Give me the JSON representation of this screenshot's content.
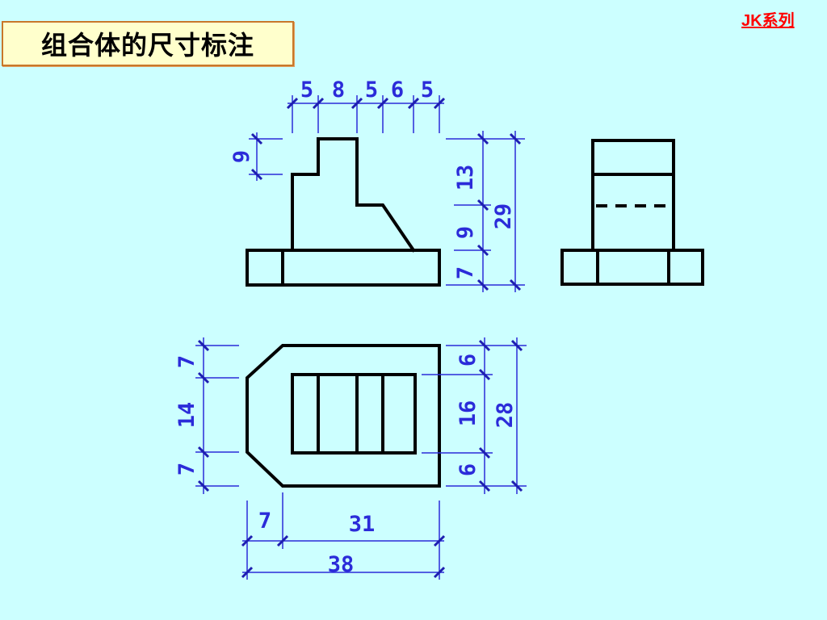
{
  "header": {
    "title": "组合体的尺寸标注",
    "series_link": "JK系列"
  },
  "colors": {
    "background": "#ccffff",
    "title_fill": "#ffffcc",
    "title_border": "#c8782a",
    "object_line": "#000000",
    "dimension": "#2b2bd9",
    "link": "#ff0000"
  },
  "dimensions": {
    "front_top": [
      "5",
      "8",
      "5",
      "6",
      "5"
    ],
    "front_left": "9",
    "front_right_stack": [
      "13",
      "9",
      "7"
    ],
    "front_right_total": "29",
    "top_left_stack": [
      "7",
      "14",
      "7"
    ],
    "top_right_stack": [
      "6",
      "16",
      "6"
    ],
    "top_right_total": "28",
    "top_bottom_chamfer": "7",
    "top_bottom_inner": "31",
    "top_bottom_total": "38"
  }
}
